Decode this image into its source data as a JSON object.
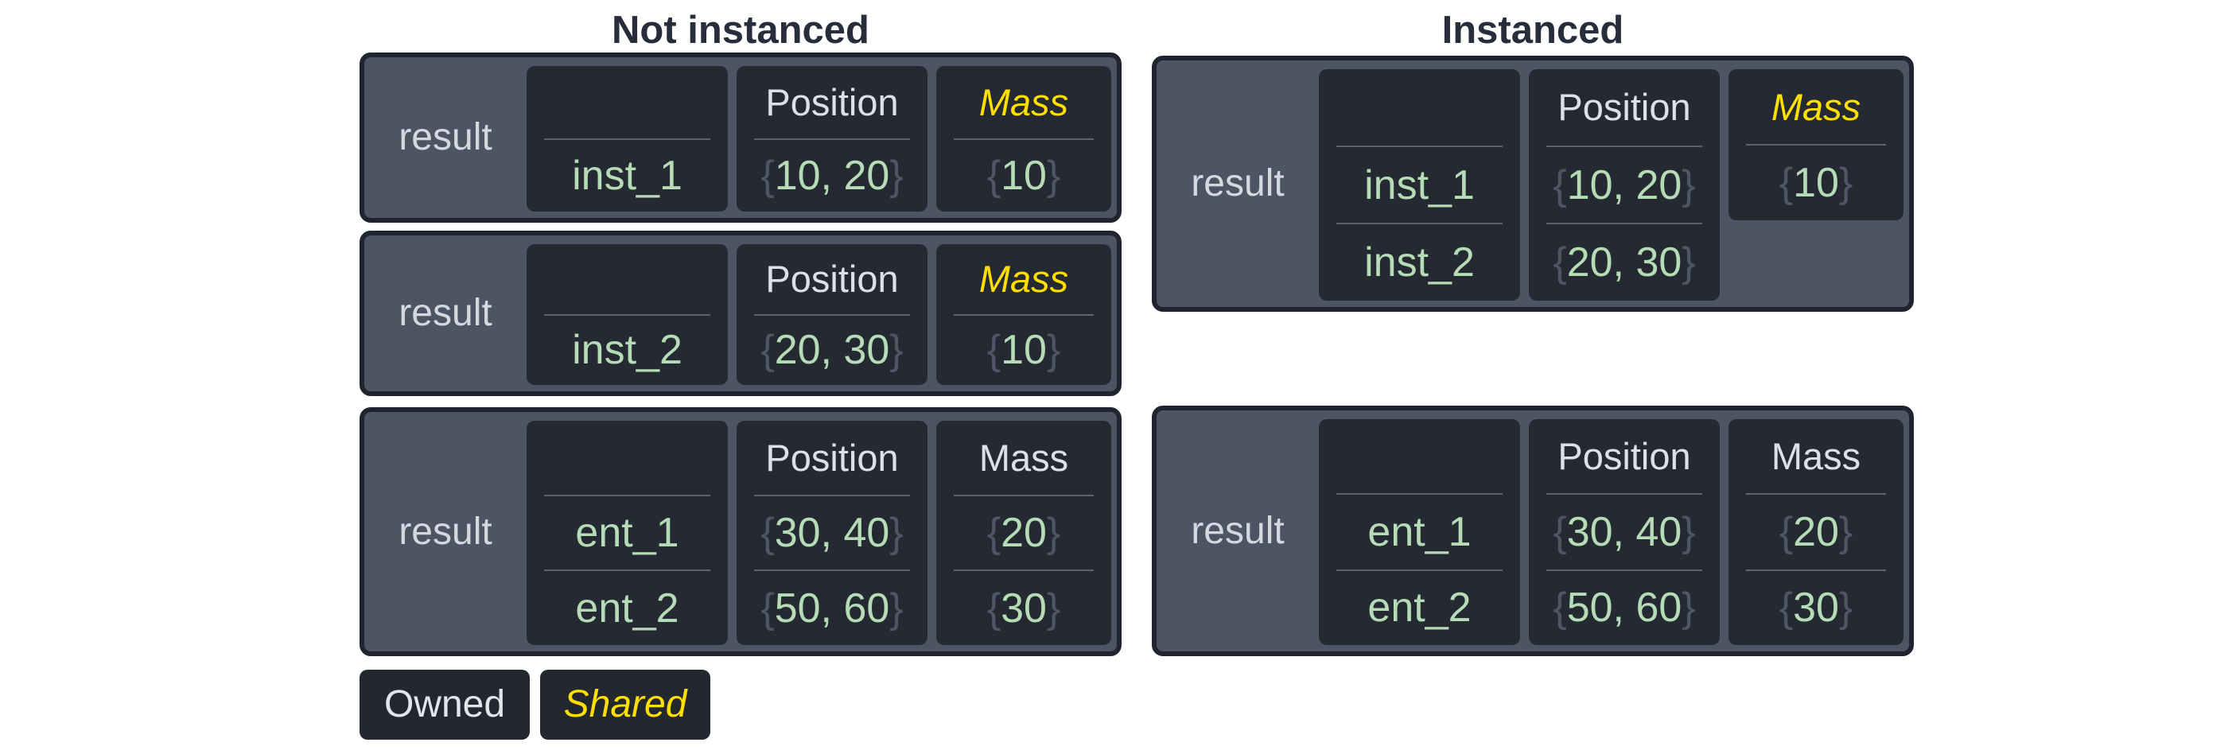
{
  "titles": {
    "not_instanced": "Not instanced",
    "instanced": "Instanced"
  },
  "punctuation": {
    "open_brace": "{",
    "close_brace": "}"
  },
  "legend": {
    "owned": "Owned",
    "shared": "Shared"
  },
  "colors": {
    "box_border": "#20242e",
    "box_fill": "#4d5464",
    "cell_fill": "#252932",
    "divider": "#5c6270",
    "header_text": "#dde0e8",
    "result_text": "#d5d8df",
    "value_green": "#b5dcb6",
    "brace_gray": "#4e5564",
    "shared_yellow": "#ffdf00",
    "title_text": "#272d3b",
    "page_background": "#ffffff"
  },
  "boxes": [
    {
      "id": "not-instanced-1",
      "result_label": "result",
      "columns": [
        {
          "type": "names",
          "header": "",
          "shared": false,
          "values": [
            "inst_1"
          ]
        },
        {
          "type": "component",
          "header": "Position",
          "shared": false,
          "values": [
            "10, 20"
          ]
        },
        {
          "type": "component",
          "header": "Mass",
          "shared": true,
          "values": [
            "10"
          ]
        }
      ]
    },
    {
      "id": "not-instanced-2",
      "result_label": "result",
      "columns": [
        {
          "type": "names",
          "header": "",
          "shared": false,
          "values": [
            "inst_2"
          ]
        },
        {
          "type": "component",
          "header": "Position",
          "shared": false,
          "values": [
            "20, 30"
          ]
        },
        {
          "type": "component",
          "header": "Mass",
          "shared": true,
          "values": [
            "10"
          ]
        }
      ]
    },
    {
      "id": "not-instanced-3",
      "result_label": "result",
      "columns": [
        {
          "type": "names",
          "header": "",
          "shared": false,
          "values": [
            "ent_1",
            "ent_2"
          ]
        },
        {
          "type": "component",
          "header": "Position",
          "shared": false,
          "values": [
            "30, 40",
            "50, 60"
          ]
        },
        {
          "type": "component",
          "header": "Mass",
          "shared": false,
          "values": [
            "20",
            "30"
          ]
        }
      ]
    },
    {
      "id": "instanced-1",
      "result_label": "result",
      "columns": [
        {
          "type": "names",
          "header": "",
          "shared": false,
          "values": [
            "inst_1",
            "inst_2"
          ]
        },
        {
          "type": "component",
          "header": "Position",
          "shared": false,
          "values": [
            "10, 20",
            "20, 30"
          ]
        },
        {
          "type": "component",
          "header": "Mass",
          "shared": true,
          "short": true,
          "values": [
            "10"
          ]
        }
      ]
    },
    {
      "id": "instanced-2",
      "result_label": "result",
      "columns": [
        {
          "type": "names",
          "header": "",
          "shared": false,
          "values": [
            "ent_1",
            "ent_2"
          ]
        },
        {
          "type": "component",
          "header": "Position",
          "shared": false,
          "values": [
            "30, 40",
            "50, 60"
          ]
        },
        {
          "type": "component",
          "header": "Mass",
          "shared": false,
          "values": [
            "20",
            "30"
          ]
        }
      ]
    }
  ]
}
